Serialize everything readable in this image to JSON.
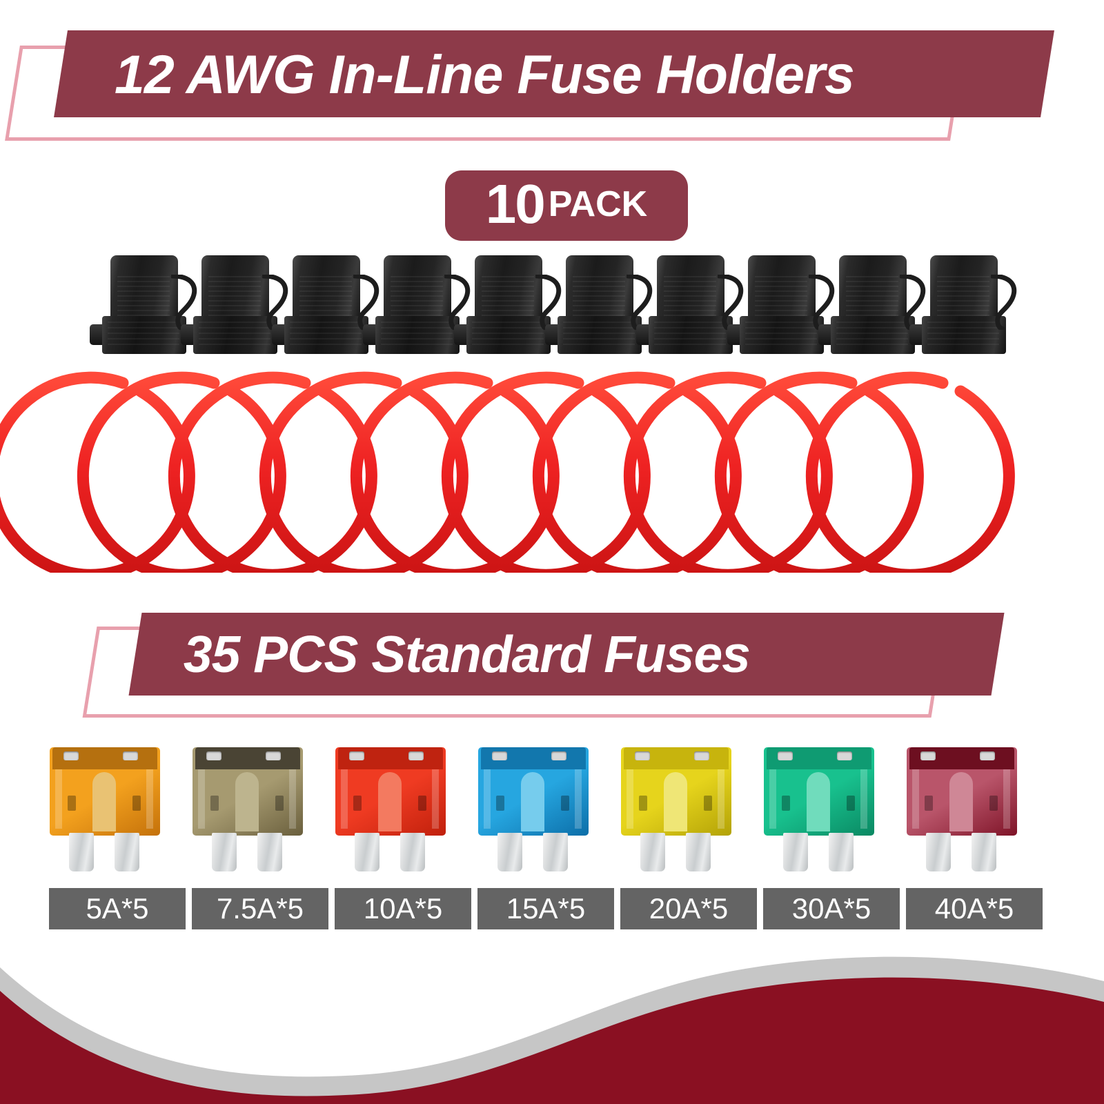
{
  "colors": {
    "banner_maroon": "#8d3a49",
    "banner_frame_pink": "#e8a0ad",
    "wave_maroon": "#8a1022",
    "wave_gray": "#c6c6c6",
    "label_gray": "#646464",
    "wire_red": "#ee2222",
    "holder_black": "#1b1b1b"
  },
  "header": {
    "title": "12 AWG In-Line Fuse Holders",
    "pack_badge": {
      "quantity": "10",
      "word": "PACK"
    }
  },
  "holders": {
    "count": 10,
    "icon": "fuse-holder-icon",
    "wire_icon": "red-wire-loop-icon"
  },
  "fuses_section": {
    "title": "35 PCS Standard Fuses"
  },
  "fuses": [
    {
      "label": "5A*5",
      "amp": "5A",
      "qty": "5",
      "color_name": "orange",
      "body": "#f3a11e",
      "body_dark": "#c4710a",
      "top": "#b5700f",
      "elem": "#e9c273"
    },
    {
      "label": "7.5A*5",
      "amp": "7.5A",
      "qty": "5",
      "color_name": "brown",
      "body": "#a69a70",
      "body_dark": "#6a5f3d",
      "top": "#4a4434",
      "elem": "#bdb48e"
    },
    {
      "label": "10A*5",
      "amp": "10A",
      "qty": "5",
      "color_name": "red",
      "body": "#ef3b22",
      "body_dark": "#c0200c",
      "top": "#bf2310",
      "elem": "#f37a60"
    },
    {
      "label": "15A*5",
      "amp": "15A",
      "qty": "5",
      "color_name": "blue",
      "body": "#26a6e0",
      "body_dark": "#0c6ea8",
      "top": "#1277ad",
      "elem": "#76cced"
    },
    {
      "label": "20A*5",
      "amp": "20A",
      "qty": "5",
      "color_name": "yellow",
      "body": "#e6d41c",
      "body_dark": "#b3a207",
      "top": "#c7b40d",
      "elem": "#efe676"
    },
    {
      "label": "30A*5",
      "amp": "30A",
      "qty": "5",
      "color_name": "green",
      "body": "#18c18e",
      "body_dark": "#0a8862",
      "top": "#0f9b72",
      "elem": "#70dcbc"
    },
    {
      "label": "40A*5",
      "amp": "40A",
      "qty": "5",
      "color_name": "dark-red",
      "body": "#b9556a",
      "body_dark": "#7e1327",
      "top": "#6d0f20",
      "elem": "#cf8796"
    }
  ]
}
